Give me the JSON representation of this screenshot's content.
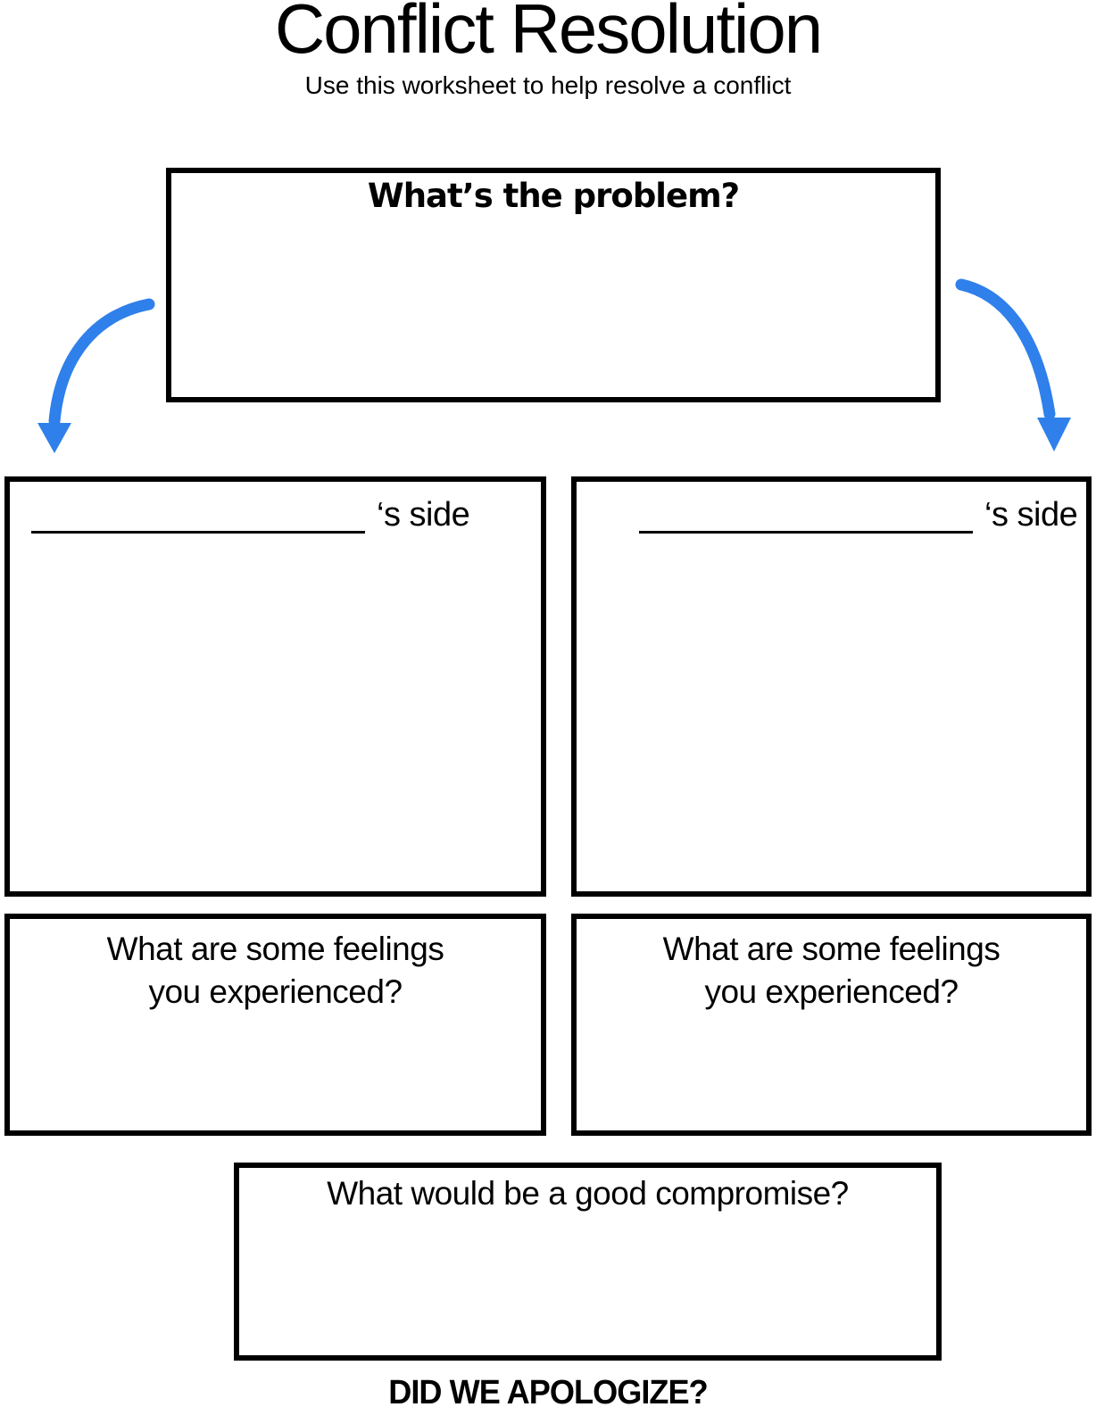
{
  "page": {
    "title": "Conflict Resolution",
    "subtitle": "Use this worksheet to help resolve a conflict"
  },
  "problem_box": {
    "heading": "What’s the problem?"
  },
  "left_side_box": {
    "label": "‘s side"
  },
  "right_side_box": {
    "label": "‘s side"
  },
  "feelings_left_box": {
    "lines": [
      "What are some feelings",
      "you experienced?"
    ]
  },
  "feelings_right_box": {
    "lines": [
      "What are some feelings",
      "you experienced?"
    ]
  },
  "compromise_box": {
    "heading": "What would be a good compromise?"
  },
  "footer": {
    "question": "DID WE APOLOGIZE?"
  },
  "icons": {
    "left_arrow": "curved-down-arrow-icon",
    "right_arrow": "curved-down-arrow-icon"
  },
  "colors": {
    "arrow_blue": "#2F80EA",
    "ink": "#000000",
    "background": "#FFFFFF"
  }
}
